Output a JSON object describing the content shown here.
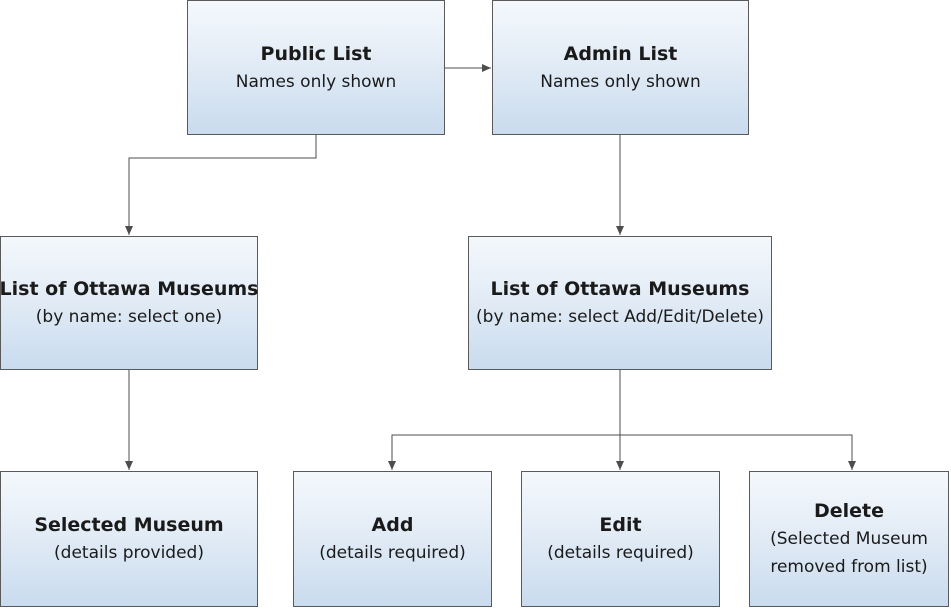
{
  "diagram": {
    "nodes": {
      "public_list": {
        "title": "Public List",
        "subtitle": "Names only shown"
      },
      "admin_list": {
        "title": "Admin List",
        "subtitle": "Names only shown"
      },
      "public_museums": {
        "title": "List of Ottawa Museums",
        "subtitle": "(by name: select one)"
      },
      "admin_museums": {
        "title": "List of Ottawa Museums",
        "subtitle": "(by name: select Add/Edit/Delete)"
      },
      "selected_museum": {
        "title": "Selected Museum",
        "subtitle": "(details provided)"
      },
      "add": {
        "title": "Add",
        "subtitle": "(details required)"
      },
      "edit": {
        "title": "Edit",
        "subtitle": "(details required)"
      },
      "delete": {
        "title": "Delete",
        "subtitle_line1": "(Selected Museum",
        "subtitle_line2": "removed from list)"
      }
    },
    "edges": [
      {
        "from": "public_list",
        "to": "admin_list"
      },
      {
        "from": "public_list",
        "to": "public_museums"
      },
      {
        "from": "admin_list",
        "to": "admin_museums"
      },
      {
        "from": "public_museums",
        "to": "selected_museum"
      },
      {
        "from": "admin_museums",
        "to": "add"
      },
      {
        "from": "admin_museums",
        "to": "edit"
      },
      {
        "from": "admin_museums",
        "to": "delete"
      }
    ],
    "colors": {
      "box_border": "#5a5a5a",
      "box_fill_top": "#f4f8fc",
      "box_fill_bottom": "#c9dbee",
      "connector": "#4d4d4d",
      "text": "#1a1a1a"
    }
  }
}
